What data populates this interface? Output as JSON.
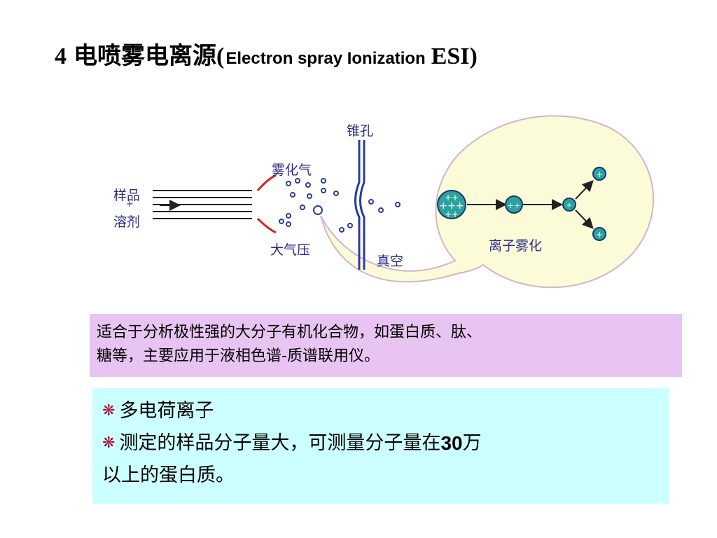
{
  "slide": {
    "title_number": "4",
    "title_cn": "电喷雾电离源",
    "title_open": "(",
    "title_en": "Electron spray Ionization",
    "title_abbr": "ESI",
    "title_close": ")"
  },
  "diagram": {
    "sample_label_1": "样品",
    "plus_sign": "+",
    "sample_label_2": "溶剂",
    "atomizing_gas_label": "雾化气",
    "atmospheric_label": "大气压",
    "cone_label": "锥孔",
    "vacuum_label": "真空",
    "ionization_label": "离子雾化"
  },
  "description": {
    "line1": "适合于分析极性强的大分子有机化合物，如蛋白质、肽、",
    "line2": "糖等，主要应用于液相色谱-质谱联用仪。"
  },
  "features": {
    "bullet_icon": "snowflake-bullet",
    "item1": "多电荷离子",
    "item2_part1": "测定的样品分子量大，可测量分子量在",
    "item2_num": "30",
    "item2_part2": "万",
    "item2_line2": "以上的蛋白质。"
  },
  "colors": {
    "purple_box": "#e8c4f2",
    "cyan_box": "#ccffff",
    "bubble_fill": "#fbfbd8",
    "ion_fill": "#2aa3a0",
    "label_color": "#2b2b8a"
  }
}
